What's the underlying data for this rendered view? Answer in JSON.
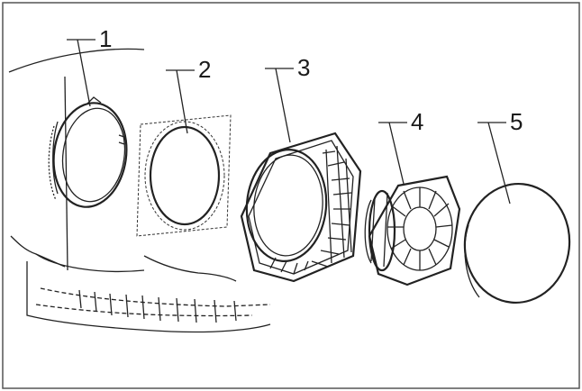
{
  "diagram": {
    "callouts": [
      {
        "id": 1,
        "label": "1"
      },
      {
        "id": 2,
        "label": "2"
      },
      {
        "id": 3,
        "label": "3"
      },
      {
        "id": 4,
        "label": "4"
      },
      {
        "id": 5,
        "label": "5"
      }
    ]
  },
  "colors": {
    "line": "#222222",
    "background": "#ffffff",
    "fill_light": "#e8e8e8"
  }
}
